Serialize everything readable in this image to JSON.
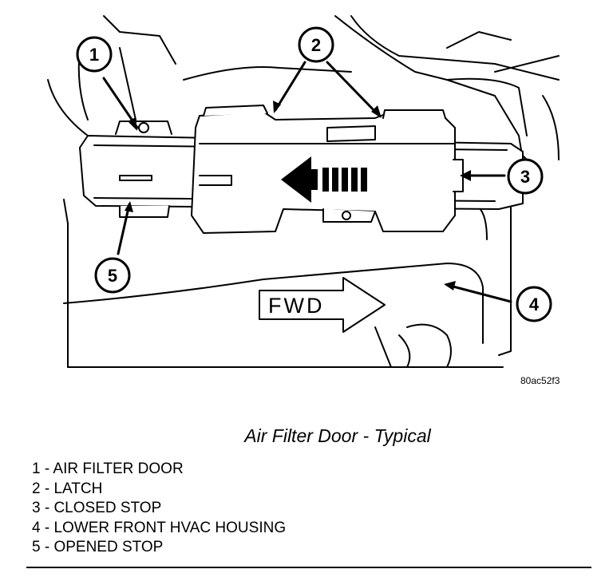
{
  "figure": {
    "figure_id": "80ac52f3",
    "fwd_label": "FWD",
    "callouts": [
      "1",
      "2",
      "3",
      "4",
      "5"
    ]
  },
  "caption": "Air Filter Door - Typical",
  "legend": [
    "1 - AIR FILTER DOOR",
    "2 - LATCH",
    "3 - CLOSED STOP",
    "4 - LOWER FRONT HVAC HOUSING",
    "5 - OPENED STOP"
  ]
}
